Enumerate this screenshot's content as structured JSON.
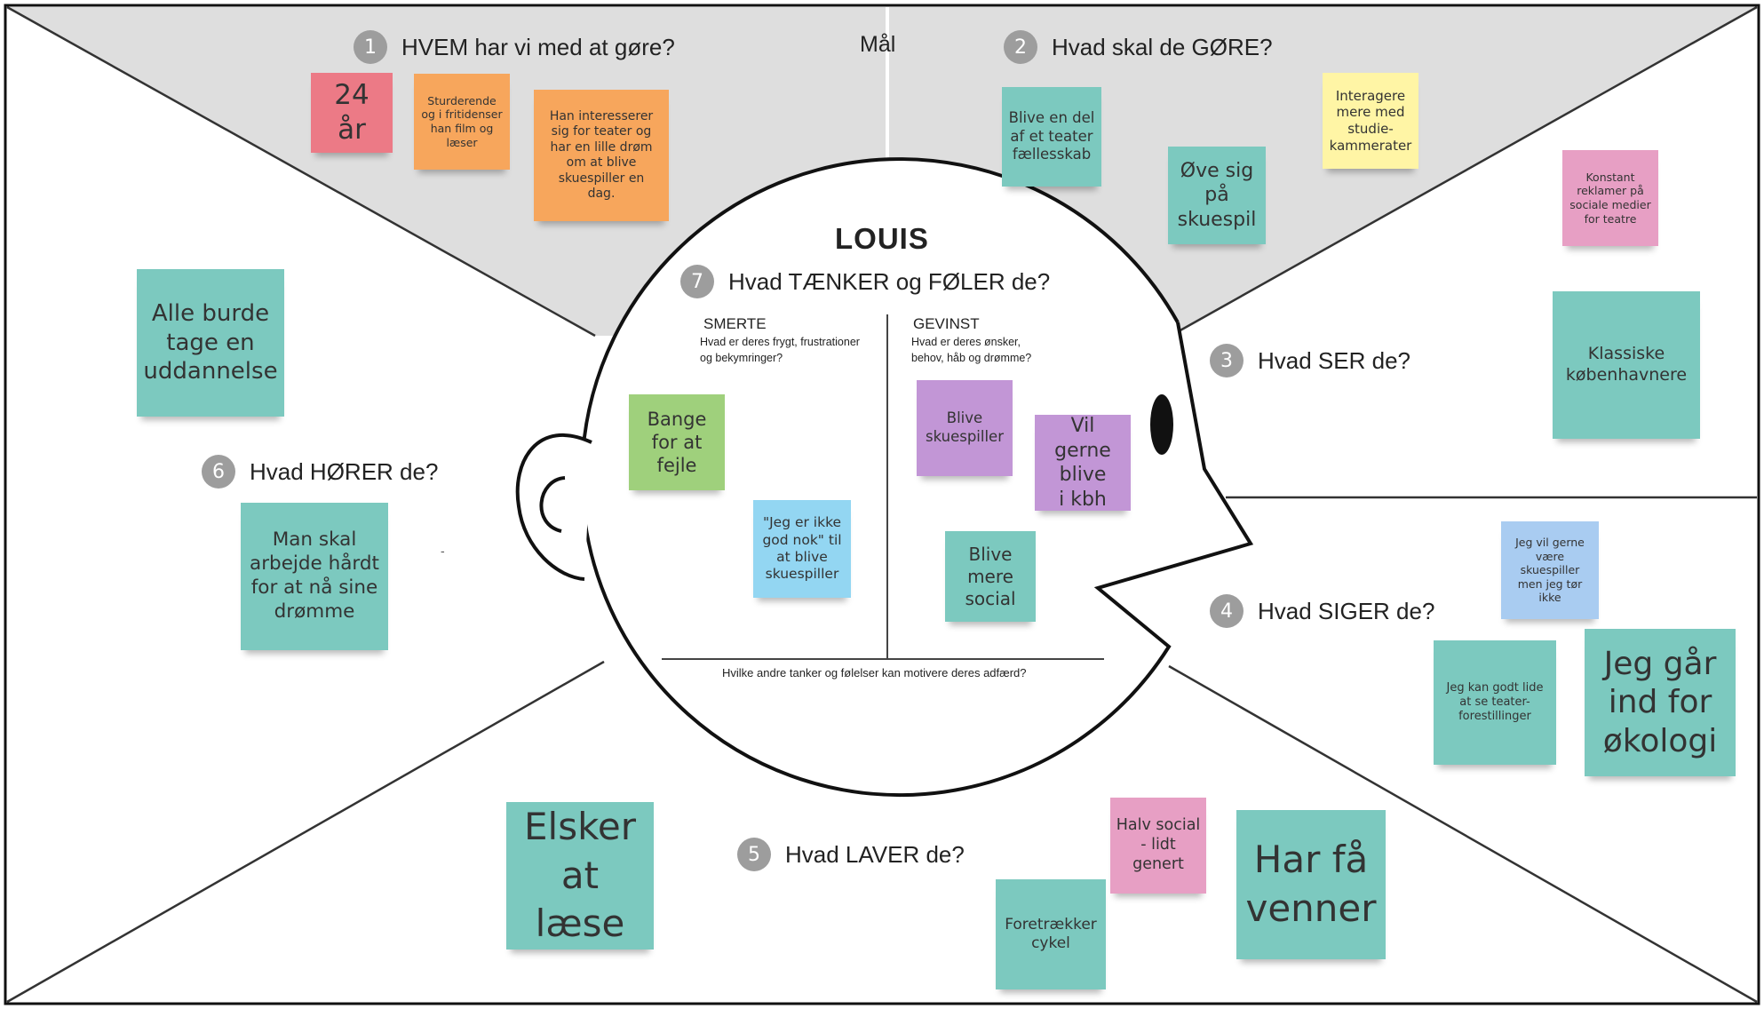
{
  "goal_label": "Mål",
  "persona_name": "LOUIS",
  "sections": {
    "who": {
      "number": "1",
      "title": "HVEM har vi med at gøre?"
    },
    "do": {
      "number": "2",
      "title": "Hvad skal de GØRE?"
    },
    "see": {
      "number": "3",
      "title": "Hvad SER de?"
    },
    "say": {
      "number": "4",
      "title": "Hvad SIGER de?"
    },
    "doing": {
      "number": "5",
      "title": "Hvad LAVER de?"
    },
    "hear": {
      "number": "6",
      "title": "Hvad HØRER de?"
    },
    "think": {
      "number": "7",
      "title": "Hvad TÆNKER og FØLER de?"
    }
  },
  "pain": {
    "label": "SMERTE",
    "description": "Hvad er deres frygt, frustrationer og bekymringer?"
  },
  "gain": {
    "label": "GEVINST",
    "description": "Hvad er deres ønsker, behov, håb og drømme?"
  },
  "bottom_question": "Hvilke andre tanker og følelser kan motivere deres adfærd?",
  "stray_mark": "-",
  "colors": {
    "teal": "#7cc9bf",
    "orange": "#f7a65c",
    "red": "#ec7a86",
    "yellow": "#fff5a5",
    "pink": "#e79fc4",
    "green": "#9fd07c",
    "purple": "#c296d6",
    "blue": "#a9ccf1",
    "cyan": "#93d6f2",
    "quadrant_gray": "#dedede"
  },
  "notes": {
    "age": [
      "24 år"
    ],
    "student": [
      "Sturderende",
      "og i fritidenser",
      "han film og",
      "læser"
    ],
    "theater_interest": [
      "Han interesserer",
      "sig for teater og",
      "har en lille drøm",
      "om at blive",
      "skuespiller en",
      "dag."
    ],
    "community": [
      "Blive en del",
      "af et teater",
      "fællesskab"
    ],
    "practice": [
      "Øve sig",
      "på",
      "skuespil"
    ],
    "interact": [
      "Interagere",
      "mere med",
      "studie-",
      "kammerater"
    ],
    "ads": [
      "Konstant",
      "reklamer på",
      "sociale medier",
      "for teatre"
    ],
    "copenhageners": [
      "Klassiske",
      "københavnere"
    ],
    "education": [
      "Alle burde",
      "tage en",
      "uddannelse"
    ],
    "work_hard": [
      "Man skal",
      "arbejde hårdt",
      "for at nå sine",
      "drømme"
    ],
    "afraid": [
      "Bange",
      "for at",
      "fejle"
    ],
    "not_good_enough": [
      "\"Jeg er ikke",
      "god nok\" til",
      "at blive",
      "skuespiller"
    ],
    "become_actor": [
      "Blive",
      "skuespiller"
    ],
    "live_kbh": [
      "Vil gerne",
      "blive",
      "i kbh"
    ],
    "more_social": [
      "Blive",
      "mere",
      "social"
    ],
    "want_actor": [
      "Jeg vil gerne",
      "være",
      "skuespiller",
      "men jeg tør",
      "ikke"
    ],
    "likes_theater": [
      "Jeg kan godt lide",
      "at se teater-",
      "forestillinger"
    ],
    "ecology": [
      "Jeg går",
      "ind for",
      "økologi"
    ],
    "loves_reading": [
      "Elsker",
      "at læse"
    ],
    "half_social": [
      "Halv social",
      "- lidt",
      "genert"
    ],
    "few_friends": [
      "Har få",
      "venner"
    ],
    "bike": [
      "Foretrækker",
      "cykel"
    ]
  }
}
